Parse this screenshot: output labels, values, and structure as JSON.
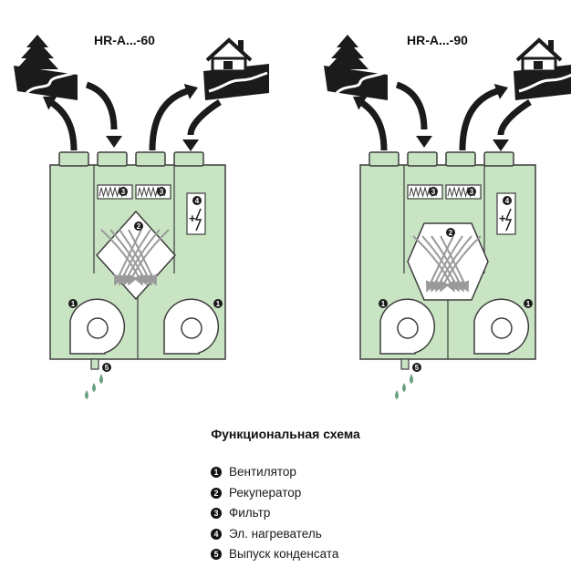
{
  "units": [
    {
      "model": "HR-A...-60",
      "exchanger_shape": "diamond"
    },
    {
      "model": "HR-A...-90",
      "exchanger_shape": "hexagon"
    }
  ],
  "marker_numbers": {
    "fan": "1",
    "recuperator": "2",
    "filter": "3",
    "heater": "4",
    "drain": "5"
  },
  "colors": {
    "unit_fill": "#c9e4c3",
    "outline": "#3d3d3d",
    "icon": "#1b1b1b",
    "airflow": "#9a9a9a"
  },
  "caption": "Функциональная схема",
  "legend": [
    {
      "num": "1",
      "label": "Вентилятор"
    },
    {
      "num": "2",
      "label": "Рекуператор"
    },
    {
      "num": "3",
      "label": "Фильтр"
    },
    {
      "num": "4",
      "label": "Эл. нагреватель"
    },
    {
      "num": "5",
      "label": "Выпуск конденсата"
    }
  ]
}
